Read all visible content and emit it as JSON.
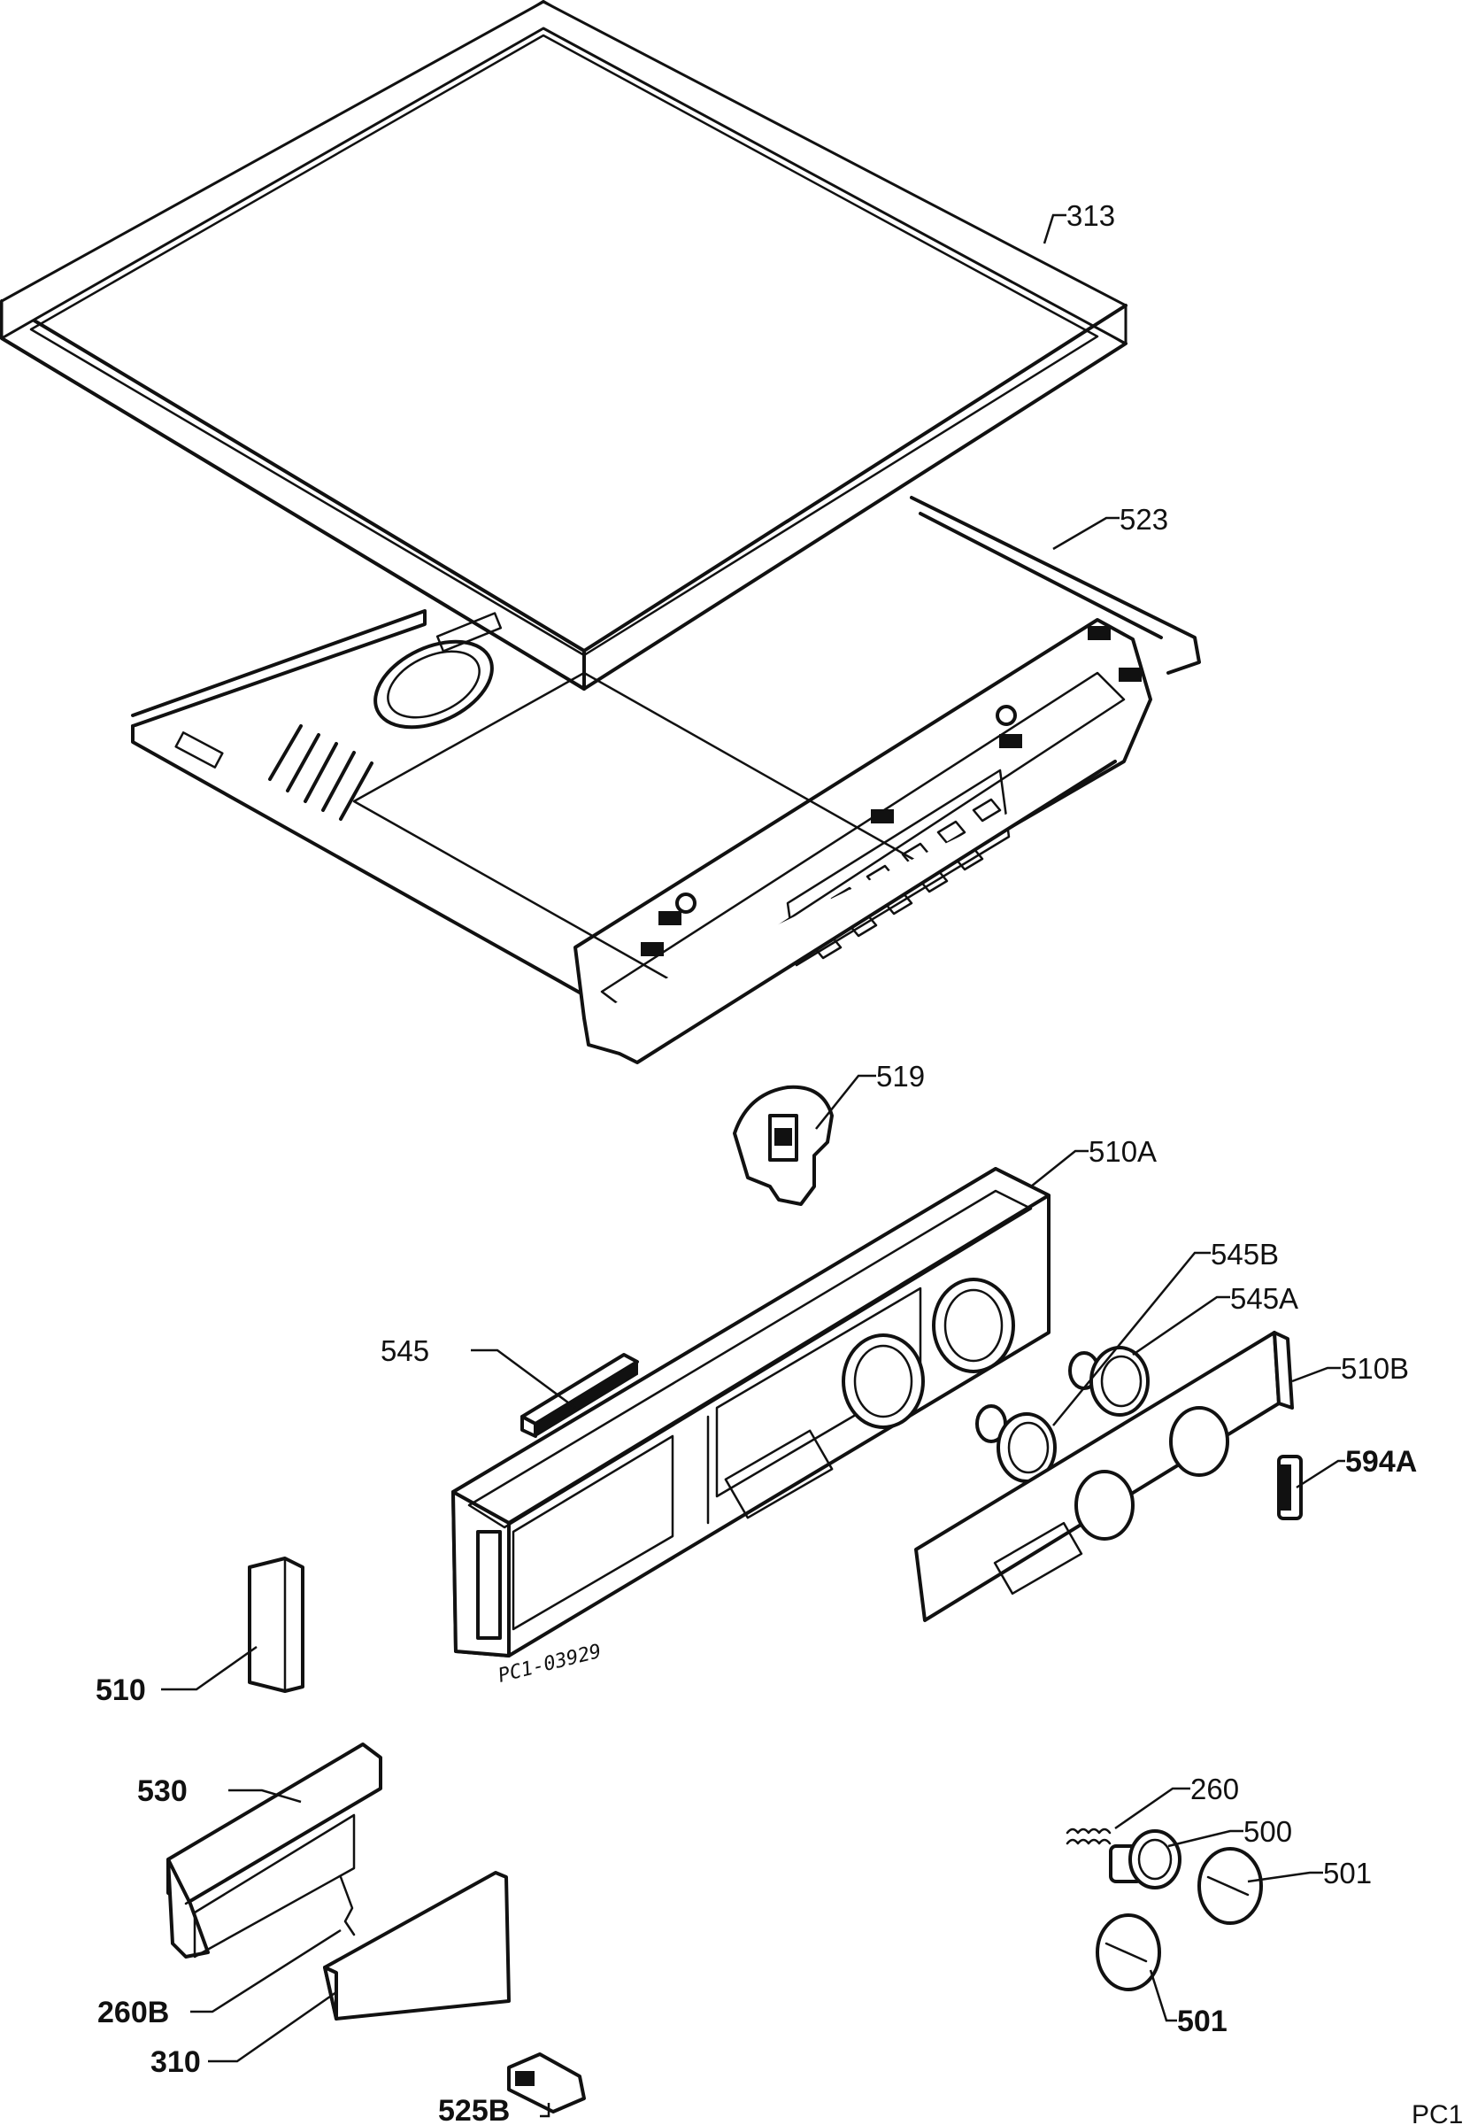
{
  "labels": {
    "l313": "313",
    "l523": "523",
    "l519": "519",
    "l510a": "510A",
    "l545b": "545B",
    "l545a": "545A",
    "l545": "545",
    "l510b": "510B",
    "l594a": "594A",
    "l510": "510",
    "l530": "530",
    "l260": "260",
    "l500": "500",
    "l501a": "501",
    "l260b": "260B",
    "l310": "310",
    "l501b": "501",
    "l525b": "525B"
  },
  "handwritten_code": "PC1-03929",
  "corner_code": "PC1"
}
